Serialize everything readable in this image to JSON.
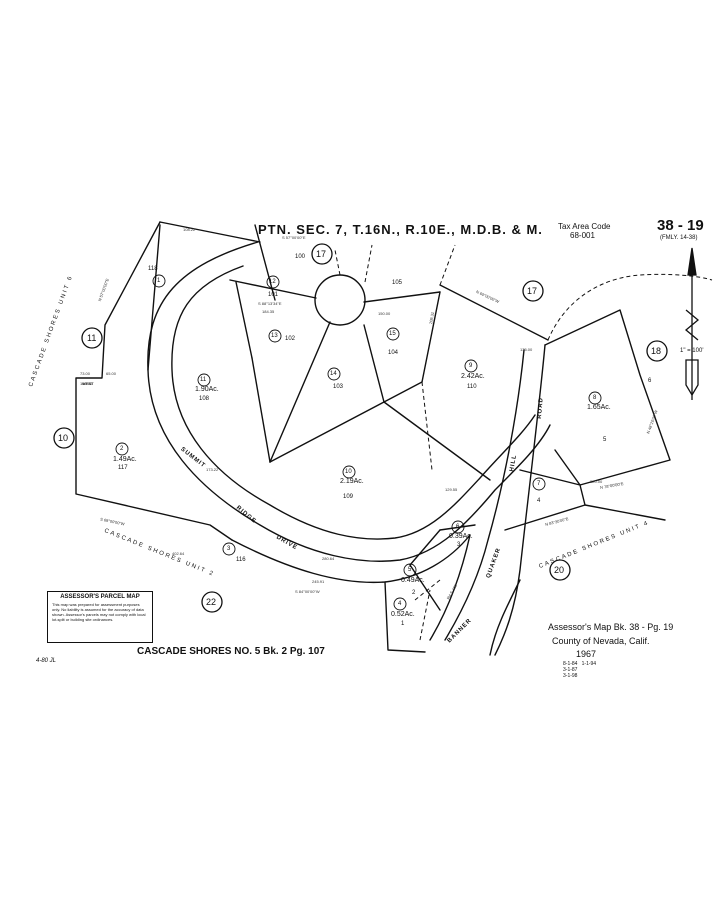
{
  "header": {
    "title": "PTN. SEC. 7, T.16N., R.10E., M.D.B. & M.",
    "tax_area_label": "Tax Area Code",
    "tax_area_code": "68-001",
    "page_number": "38 - 19",
    "family_ref": "(FMLY. 14-38)"
  },
  "scale_label": "1\" = 100'",
  "subdivision": "CASCADE SHORES NO. 5   Bk. 2 Pg. 107",
  "map_reference": {
    "line1": "Assessor's Map Bk. 38 - Pg. 19",
    "line2": "County of Nevada, Calif.",
    "year": "1967",
    "revisions": "8-1-84   1-1-94\n3-1-87\n3-1-98"
  },
  "disclaimer": {
    "title": "ASSESSOR'S PARCEL MAP",
    "text": "This map was prepared for assessment purposes only. No liability is assumed for the accuracy of data shown. Assessor's parcels may not comply with local lot-split or building site ordinances."
  },
  "initials": "4-80 JL",
  "streets": [
    "SUMMIT",
    "RIDGE",
    "DRIVE",
    "QUAKER",
    "HILL",
    "ROAD",
    "BANNER"
  ],
  "unit_labels": [
    "CASCADE SHORES UNIT 6",
    "CASCADE SHORES UNIT 2",
    "CASCADE SHORES UNIT 4"
  ],
  "adjacent_pages": [
    "17",
    "17",
    "11",
    "10",
    "18",
    "20",
    "22"
  ],
  "parcels": [
    {
      "id": "1",
      "lot": "118",
      "acres": ""
    },
    {
      "id": "2",
      "lot": "117",
      "acres": "1.49Ac."
    },
    {
      "id": "3",
      "lot": "116",
      "acres": ""
    },
    {
      "id": "4",
      "lot": "1",
      "acres": "0.52Ac."
    },
    {
      "id": "5",
      "lot": "2",
      "acres": "0.49Ac."
    },
    {
      "id": "6",
      "lot": "3",
      "acres": "0.39Ac."
    },
    {
      "id": "7",
      "lot": "4",
      "acres": ""
    },
    {
      "id": "8",
      "lot": "5",
      "acres": "1.65Ac."
    },
    {
      "id": "9",
      "lot": "110",
      "acres": "2.42Ac."
    },
    {
      "id": "10",
      "lot": "109",
      "acres": "2.19Ac."
    },
    {
      "id": "11",
      "lot": "108",
      "acres": "1.90Ac."
    },
    {
      "id": "12",
      "lot": "101",
      "acres": ""
    },
    {
      "id": "13",
      "lot": "102",
      "acres": ""
    },
    {
      "id": "14",
      "lot": "103",
      "acres": ""
    },
    {
      "id": "15",
      "lot": "104",
      "acres": ""
    }
  ],
  "other_lots": [
    "100",
    "105",
    "6"
  ],
  "bearings": [
    "N 57°00'00\"E",
    "S 88°13'34\"E",
    "S 57°00'00\"E",
    "N 60°00'00\"W",
    "S 68°00'00\"W",
    "S 84°00'00\"W",
    "N 48°20'00\"W",
    "N 78°00'00\"E",
    "N 83°30'00\"E"
  ],
  "distances": [
    "108.22",
    "245.91",
    "184.35",
    "150.00",
    "208.31",
    "220.00",
    "73.00",
    "140.00",
    "65.00",
    "280.64",
    "173.22",
    "129.55",
    "402.64",
    "135.00"
  ],
  "misc_notes": [
    "WEST",
    "Rd.S.109"
  ]
}
